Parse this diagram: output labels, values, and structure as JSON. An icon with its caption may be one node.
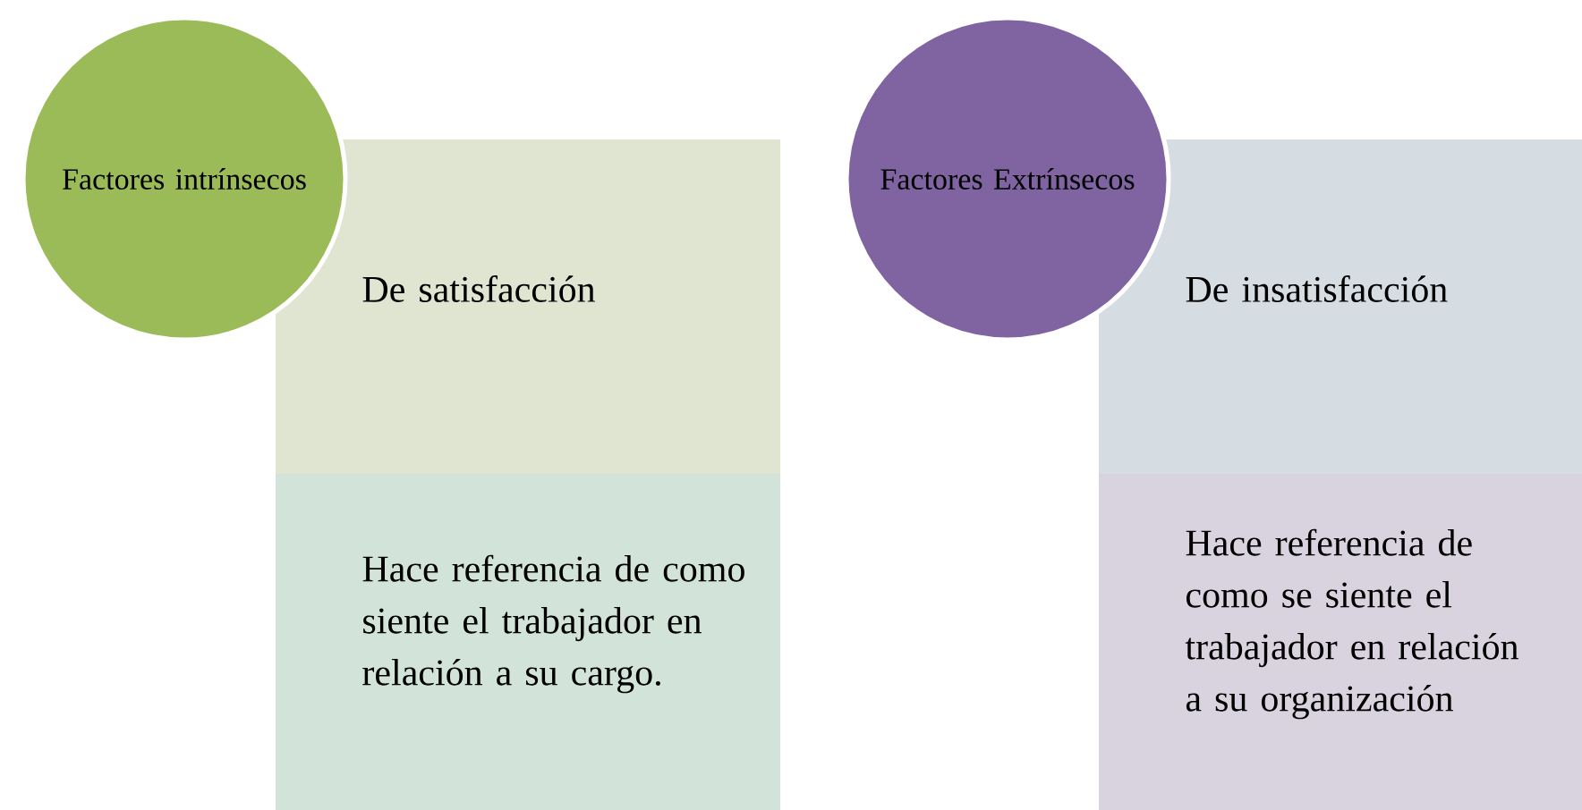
{
  "diagram": {
    "nodes": [
      {
        "text": [
          "Factores intrínsecos"
        ]
      },
      {
        "text": [
          "De satisfacción"
        ]
      },
      {
        "text": [
          "Hace referencia de como siente el trabajador en relación a su cargo."
        ]
      },
      {
        "text": [
          "Factores Extrínsecos"
        ]
      },
      {
        "text": [
          "De insatisfacción"
        ]
      },
      {
        "text": [
          "Hace referencia de como se siente el trabajador en relación a su organización"
        ]
      }
    ]
  }
}
